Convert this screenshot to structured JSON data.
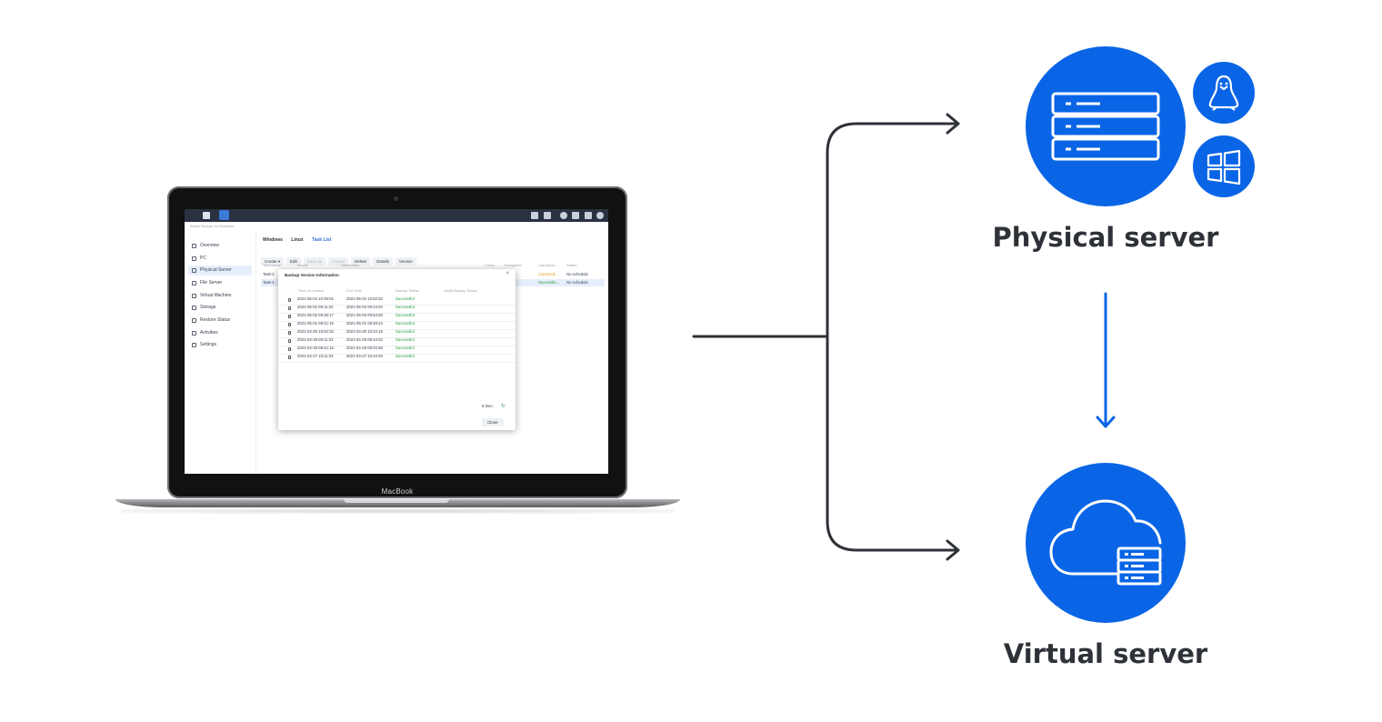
{
  "diagram": {
    "physical_label": "Physical server",
    "virtual_label": "Virtual server",
    "accent_color": "#0a65e6",
    "line_color": "#2e3238",
    "physical_os_icons": [
      "linux-penguin-icon",
      "windows-icon"
    ]
  },
  "laptop": {
    "brand": "MacBook",
    "app": {
      "title": "Active Backup for Business",
      "sidebar": [
        "Overview",
        "PC",
        "Physical Server",
        "File Server",
        "Virtual Machine",
        "Storage",
        "Restore Status",
        "Activities",
        "Settings"
      ],
      "tabs": [
        "Windows",
        "Linux",
        "Task List"
      ],
      "buttons": [
        "Create ▾",
        "Edit",
        "Back up",
        "Cancel",
        "Delete",
        "Details",
        "Version"
      ],
      "columns": [
        "Task Name",
        "Device",
        "Destination",
        "Comp...",
        "Encryption",
        "Last Back...",
        "Status"
      ],
      "rows": [
        {
          "name": "Task-2",
          "last": "Canceled...",
          "status": "No schedule"
        },
        {
          "name": "Task-1",
          "last": "Successfu...",
          "status": "No schedule"
        }
      ]
    },
    "dialog": {
      "title": "Backup Version Information",
      "columns": [
        "Time of creation",
        "End Time",
        "Backup Status",
        "Verify Backup Status"
      ],
      "rows": [
        {
          "created": "2021-05-04 10:38:01",
          "end": "2021-05-04 10:52:52",
          "status": "Successful"
        },
        {
          "created": "2021-05-02 09:11:32",
          "end": "2021-05-02 09:24:02",
          "status": "Successful"
        },
        {
          "created": "2021-05-02 09:35:17",
          "end": "2021-05-02 09:54:00",
          "status": "Successful"
        },
        {
          "created": "2021-05-01 08:41:15",
          "end": "2021-05-01 08:48:44",
          "status": "Successful"
        },
        {
          "created": "2021-04-30 10:02:32",
          "end": "2021-04-30 10:24:19",
          "status": "Successful"
        },
        {
          "created": "2021-04-29 09:11:32",
          "end": "2021-04-29 09:24:02",
          "status": "Successful"
        },
        {
          "created": "2021-04-28 08:41:15",
          "end": "2021-04-28 09:04:56",
          "status": "Successful"
        },
        {
          "created": "2021-04-27 10:11:32",
          "end": "2021-04-27 10:24:20",
          "status": "Successful"
        }
      ],
      "count": "8 item",
      "close": "Close"
    }
  }
}
